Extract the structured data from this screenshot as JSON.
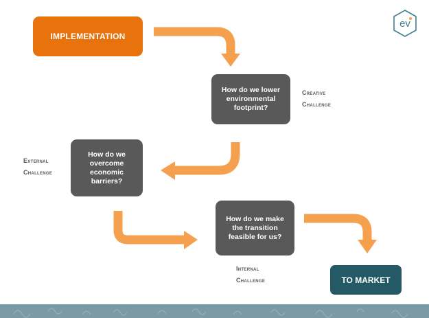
{
  "colors": {
    "orange_box": "#E8720C",
    "arrow": "#F5A04E",
    "question_box": "#595959",
    "market_box": "#235A66",
    "footer": "#7A9BA5",
    "label_text": "#555555"
  },
  "nodes": {
    "implementation": "IMPLEMENTATION",
    "q_environment": "How do we lower environmental footprint?",
    "q_economic": "How do we overcome economic barriers?",
    "q_transition": "How do we make the transition feasible for us?",
    "to_market": "TO MARKET"
  },
  "labels": {
    "creative": [
      "Creative",
      "Challenge"
    ],
    "external": [
      "External",
      "Challenge"
    ],
    "internal": [
      "Internal",
      "Challenge"
    ]
  },
  "logo": {
    "text": "ev",
    "icon": "ev-hexagon-logo-icon"
  },
  "footer": {
    "pattern": "decorative-swirl-pattern"
  }
}
